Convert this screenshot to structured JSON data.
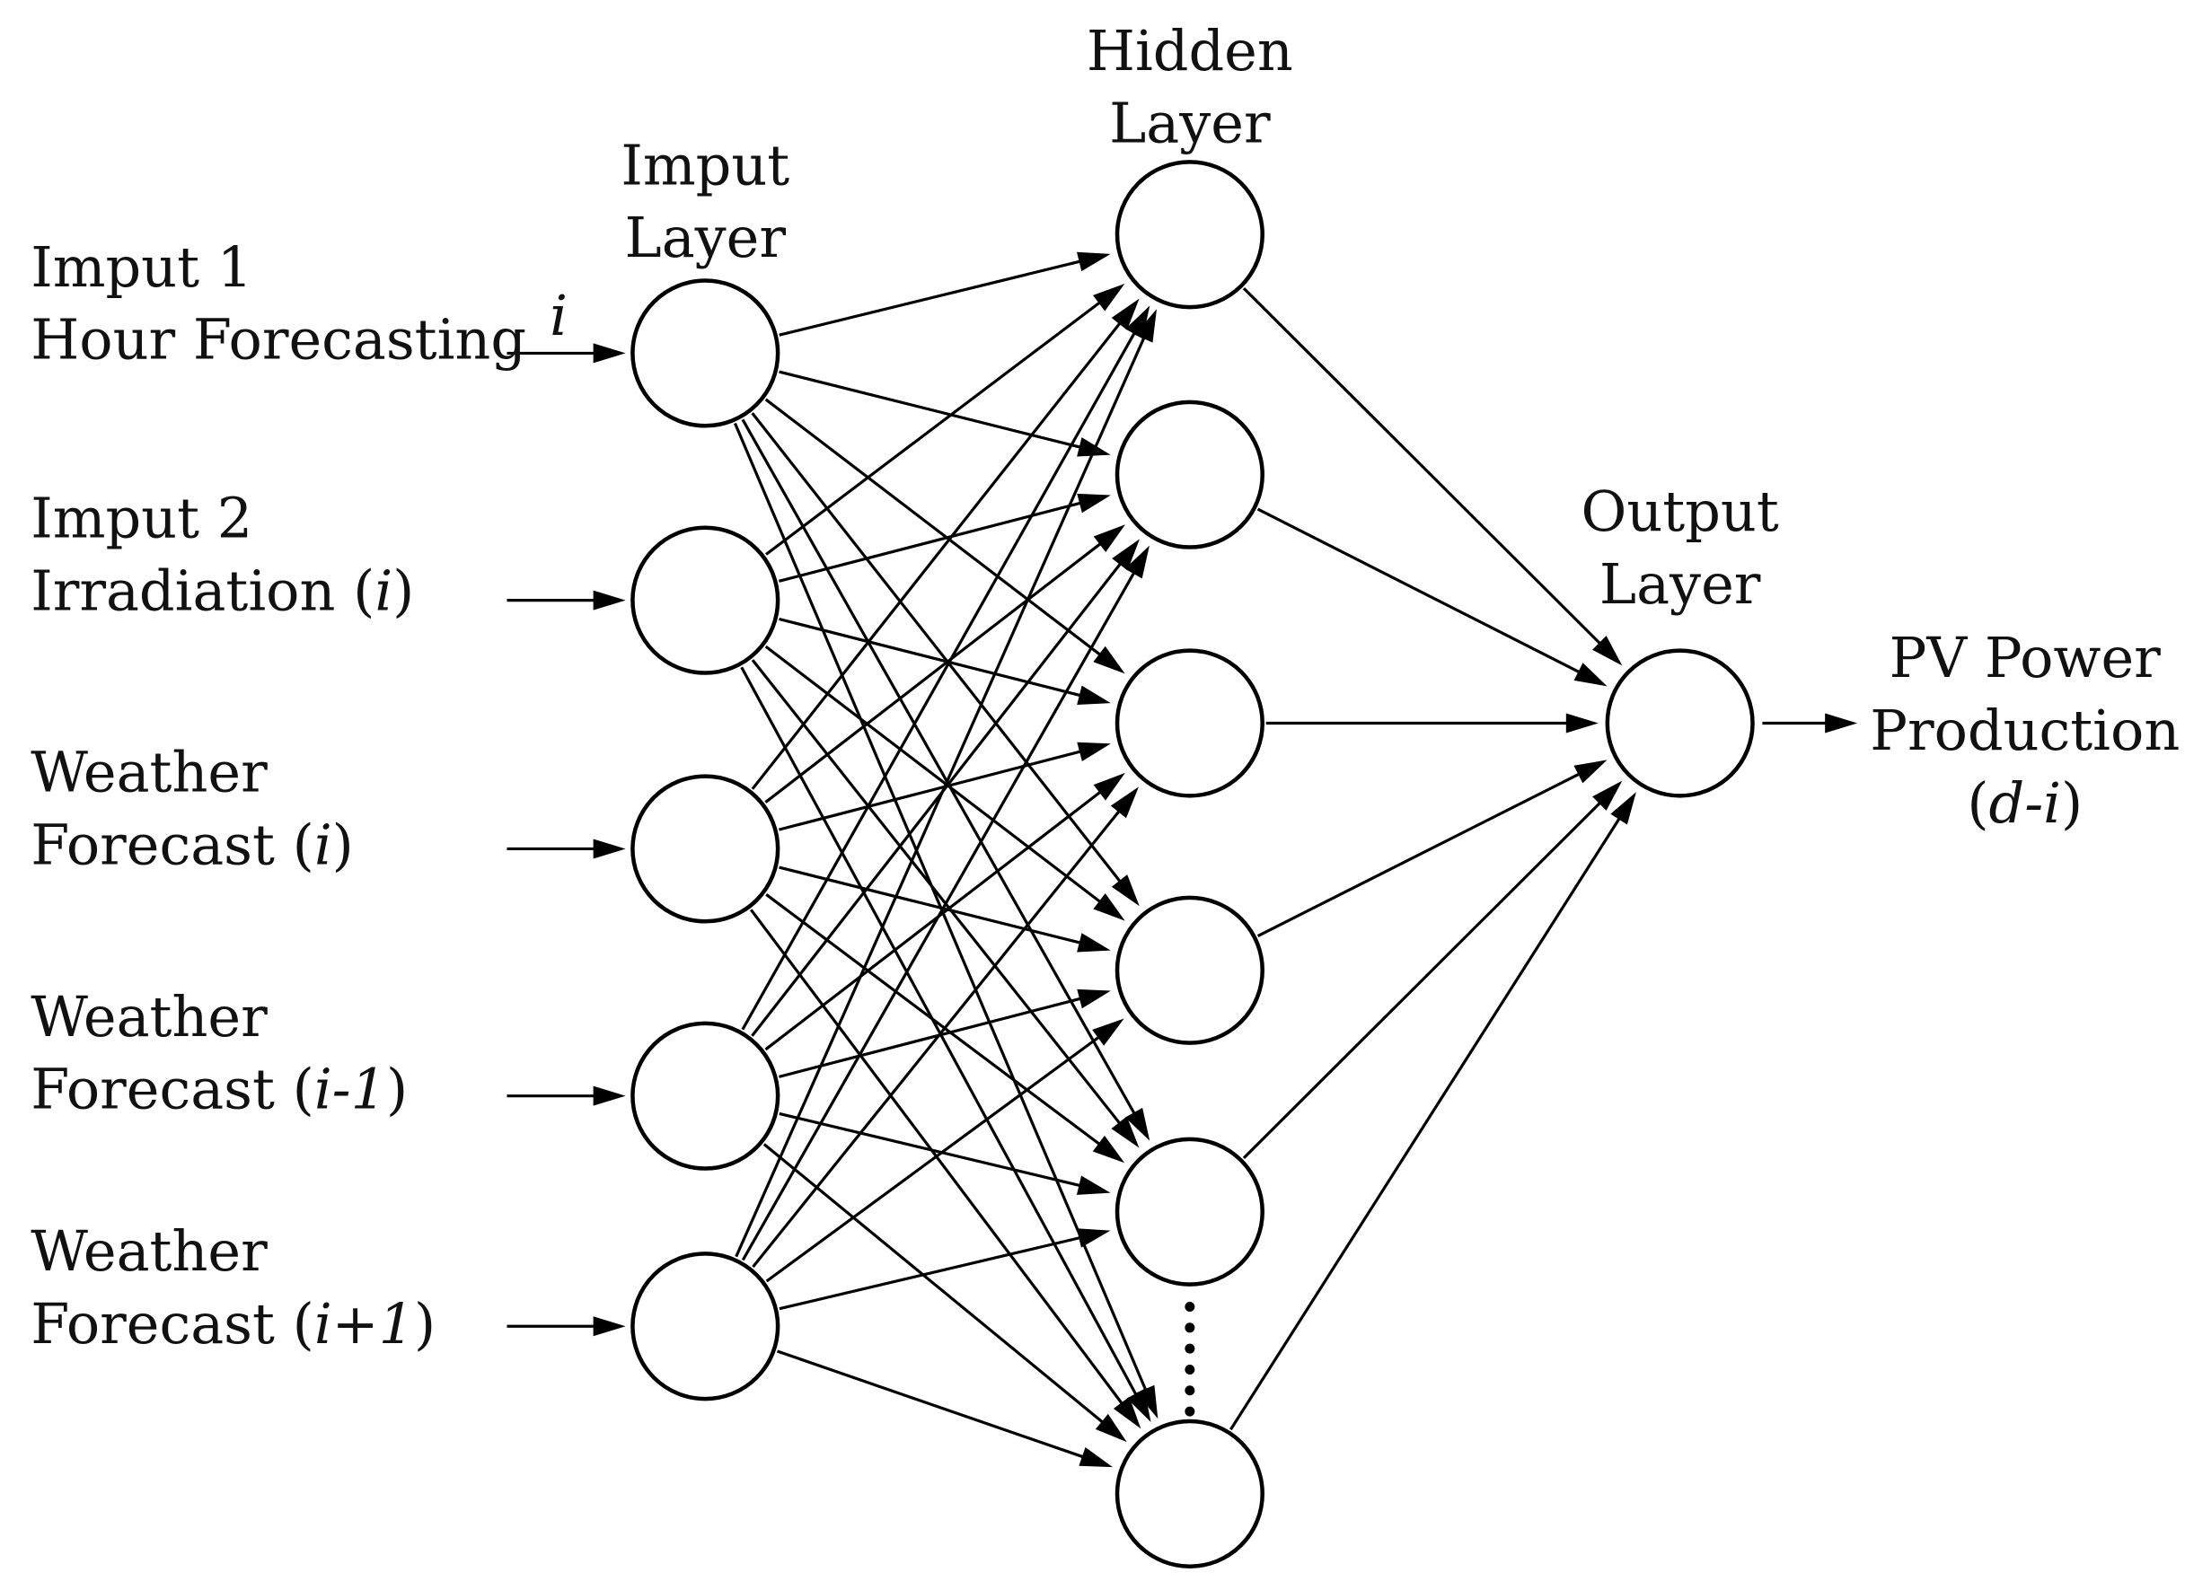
{
  "layers": {
    "input": {
      "title": [
        "Imput",
        "Layer"
      ],
      "node_count": 5
    },
    "hidden": {
      "title": [
        "Hidden",
        "Layer"
      ],
      "node_count": 6,
      "ellipsis": true
    },
    "output": {
      "title": [
        "Output",
        "Layer"
      ],
      "node_count": 1
    }
  },
  "inputs": [
    {
      "lines": [
        [
          {
            "t": "Imput 1"
          }
        ],
        [
          {
            "t": "Hour Forecasting"
          }
        ]
      ],
      "arrow_label": "i"
    },
    {
      "lines": [
        [
          {
            "t": "Imput 2"
          }
        ],
        [
          {
            "t": "Irradiation ("
          },
          {
            "t": "i",
            "italic": true
          },
          {
            "t": ")"
          }
        ]
      ],
      "arrow_label": ""
    },
    {
      "lines": [
        [
          {
            "t": "Weather"
          }
        ],
        [
          {
            "t": "Forecast ("
          },
          {
            "t": "i",
            "italic": true
          },
          {
            "t": ")"
          }
        ]
      ],
      "arrow_label": ""
    },
    {
      "lines": [
        [
          {
            "t": "Weather"
          }
        ],
        [
          {
            "t": "Forecast ("
          },
          {
            "t": "i-1",
            "italic": true
          },
          {
            "t": ")"
          }
        ]
      ],
      "arrow_label": ""
    },
    {
      "lines": [
        [
          {
            "t": "Weather"
          }
        ],
        [
          {
            "t": "Forecast ("
          },
          {
            "t": "i+1",
            "italic": true
          },
          {
            "t": ")"
          }
        ]
      ],
      "arrow_label": ""
    }
  ],
  "output_label": [
    [
      {
        "t": "PV Power"
      }
    ],
    [
      {
        "t": "Production"
      }
    ],
    [
      {
        "t": "("
      },
      {
        "t": "d-i",
        "italic": true
      },
      {
        "t": ")"
      }
    ]
  ],
  "colors": {
    "stroke": "#000000",
    "node_fill": "#ffffff",
    "text": "#111111"
  }
}
